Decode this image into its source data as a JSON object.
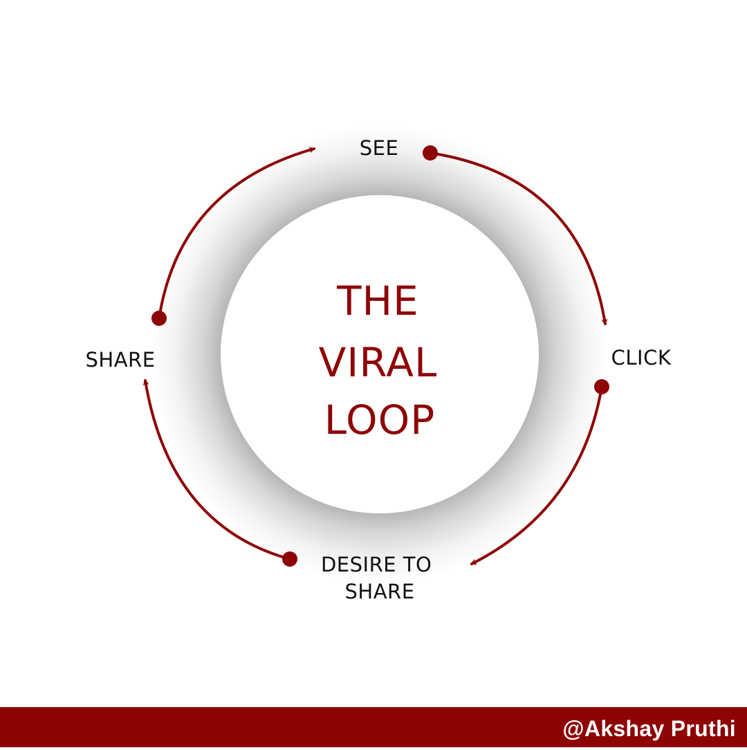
{
  "diagram": {
    "title_lines": [
      "THE",
      "VIRAL",
      "LOOP"
    ],
    "steps": [
      {
        "id": "see",
        "lines": [
          "SEE"
        ]
      },
      {
        "id": "click",
        "lines": [
          "CLICK"
        ]
      },
      {
        "id": "desire-to-share",
        "lines": [
          "DESIRE TO",
          "SHARE"
        ]
      },
      {
        "id": "share",
        "lines": [
          "SHARE"
        ]
      }
    ],
    "flow": [
      "SEE",
      "CLICK",
      "DESIRE TO SHARE",
      "SHARE",
      "SEE"
    ]
  },
  "footer": {
    "handle": "@Akshay Pruthi"
  },
  "colors": {
    "accent": "#8e0304",
    "arrow": "#8e0304",
    "title": "#8e0304",
    "label": "#111111",
    "footer_text": "#ffffff",
    "background": "#ffffff"
  }
}
